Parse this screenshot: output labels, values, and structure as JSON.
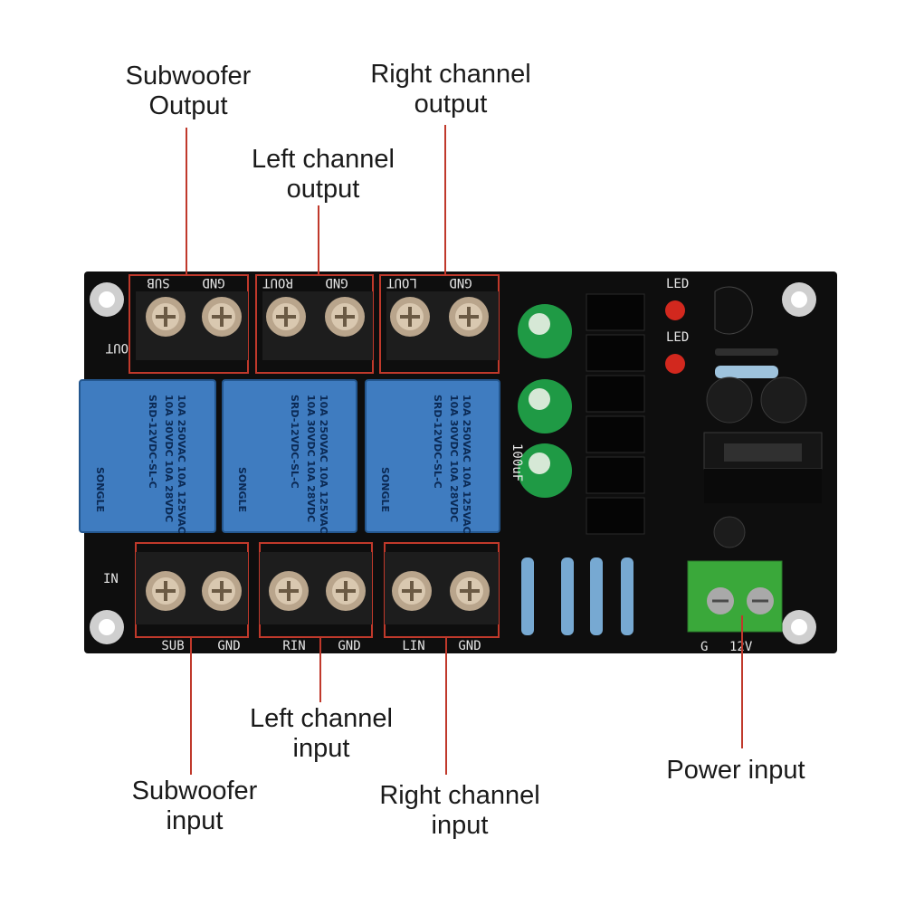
{
  "callouts": {
    "sub_out": {
      "line1": "Subwoofer",
      "line2": "Output"
    },
    "right_out": {
      "line1": "Right channel",
      "line2": "output"
    },
    "left_out": {
      "line1": "Left channel",
      "line2": "output"
    },
    "left_in": {
      "line1": "Left channel",
      "line2": "input"
    },
    "sub_in": {
      "line1": "Subwoofer",
      "line2": "input"
    },
    "right_in": {
      "line1": "Right channel",
      "line2": "input"
    },
    "power_in": {
      "line1": "Power input"
    }
  },
  "silkscreen": {
    "top_labels": [
      "SUB",
      "GND",
      "ROUT",
      "GND",
      "LOUT",
      "GND"
    ],
    "bottom_labels": [
      "SUB",
      "GND",
      "RIN",
      "GND",
      "LIN",
      "GND"
    ],
    "out_side": "OUT",
    "in_side": "IN",
    "power_labels": [
      "G",
      "12V"
    ],
    "led_labels": [
      "LED",
      "LED"
    ],
    "cap_label": "100uF"
  },
  "relay": {
    "line1": "10A 250VAC 10A 125VAC",
    "line2": "10A 30VDC 10A 28VDC",
    "model": "SRD-12VDC-SL-C",
    "brand": "SONGLE"
  },
  "colors": {
    "board": "#111111",
    "leader": "#c0392b",
    "relay": "#3f7cc0",
    "terminal": "#1a1a1a",
    "capacitor": "#1f9a45",
    "power_terminal": "#3aa83a"
  }
}
